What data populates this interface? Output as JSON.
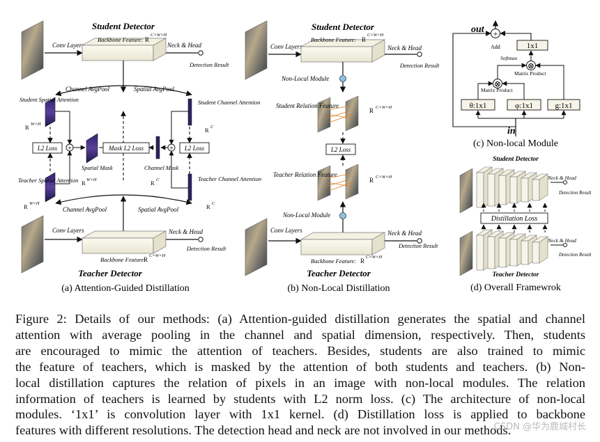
{
  "panel_a": {
    "student_detector": "Student Detector",
    "teacher_detector": "Teacher Detector",
    "backbone_feature": "Backbone Feature:",
    "conv_layers": "Conv Layers",
    "neck_head": "Neck & Head",
    "detection_result": "Detection Result",
    "channel_avgpool": "Channel AvgPool",
    "spatial_avgpool": "Spatial AvgPool",
    "student_spatial_attention": "Student Spatial Attention",
    "student_channel_attention": "Student Channel Attention",
    "teacher_spatial_attention": "Teacher Spatial Attention",
    "teacher_channel_attention": "Teacher Channel Attention",
    "spatial_mask": "Spatial Mask",
    "channel_mask": "Channel Mask",
    "l2_loss": "L2 Loss",
    "mask_l2_loss": "Mask L2 Loss",
    "dim_cwh": "C×W×H",
    "dim_wh": "W×H",
    "dim_c": "C",
    "caption": "(a) Attention-Guided Distillation"
  },
  "panel_b": {
    "student_detector": "Student Detector",
    "teacher_detector": "Teacher Detector",
    "backbone_feature": "Backbone Feature:",
    "conv_layers": "Conv Layers",
    "neck_head": "Neck & Head",
    "detection_result": "Detection Result",
    "non_local_module": "Non-Local Module",
    "student_relation_feature": "Student Relation Feature",
    "teacher_relation_feature": "Teacher Relation Feature",
    "l2_loss": "L2 Loss",
    "dim_cwh": "C×W×H",
    "caption": "(b) Non-Local Distillation"
  },
  "panel_c": {
    "out": "out",
    "in": "in",
    "add": "Add",
    "conv_1x1": "1x1",
    "softmax": "Softmax",
    "matrix_product": "Matrix Product",
    "theta": "θ:1x1",
    "phi": "φ:1x1",
    "g": "g:1x1",
    "caption": "(c) Non-local Module"
  },
  "panel_d": {
    "student_detector": "Student Detector",
    "teacher_detector": "Teacher Detector",
    "distillation_loss": "Distillation Loss",
    "neck_head": "Neck & Head",
    "detection_result": "Detection Result",
    "caption": "(d) Overall Framewrok"
  },
  "caption": {
    "lines": [
      "Figure 2: Details of our methods: (a) Attention-guided distillation generates the spatial and channel",
      "attention with average pooling in the channel and spatial dimension, respectively. Then, students",
      "are encouraged to mimic the attention of teachers. Besides, students are also trained to mimic",
      "the feature of teachers, which is masked by the attention of both students and teachers. (b) Non-",
      "local distillation captures the relation of pixels in an image with non-local modules. The relation",
      "information of teachers is learned by students with L2 norm loss. (c) The architecture of non-local",
      "modules. ‘1x1’ is convolution layer with 1x1 kernel. (d) Distillation loss is applied to backbone",
      "features with different resolutions. The detection head and neck are not involved in our methods."
    ]
  },
  "watermark": "CSDN @华为鹿城村长",
  "colors": {
    "attention_dark": "#1f1b4e",
    "attention_mid": "#4a3c8a",
    "node_blue": "#8ec3e6",
    "box_fill": "#f6f4e8",
    "photo_tone": "#8a8b86"
  }
}
